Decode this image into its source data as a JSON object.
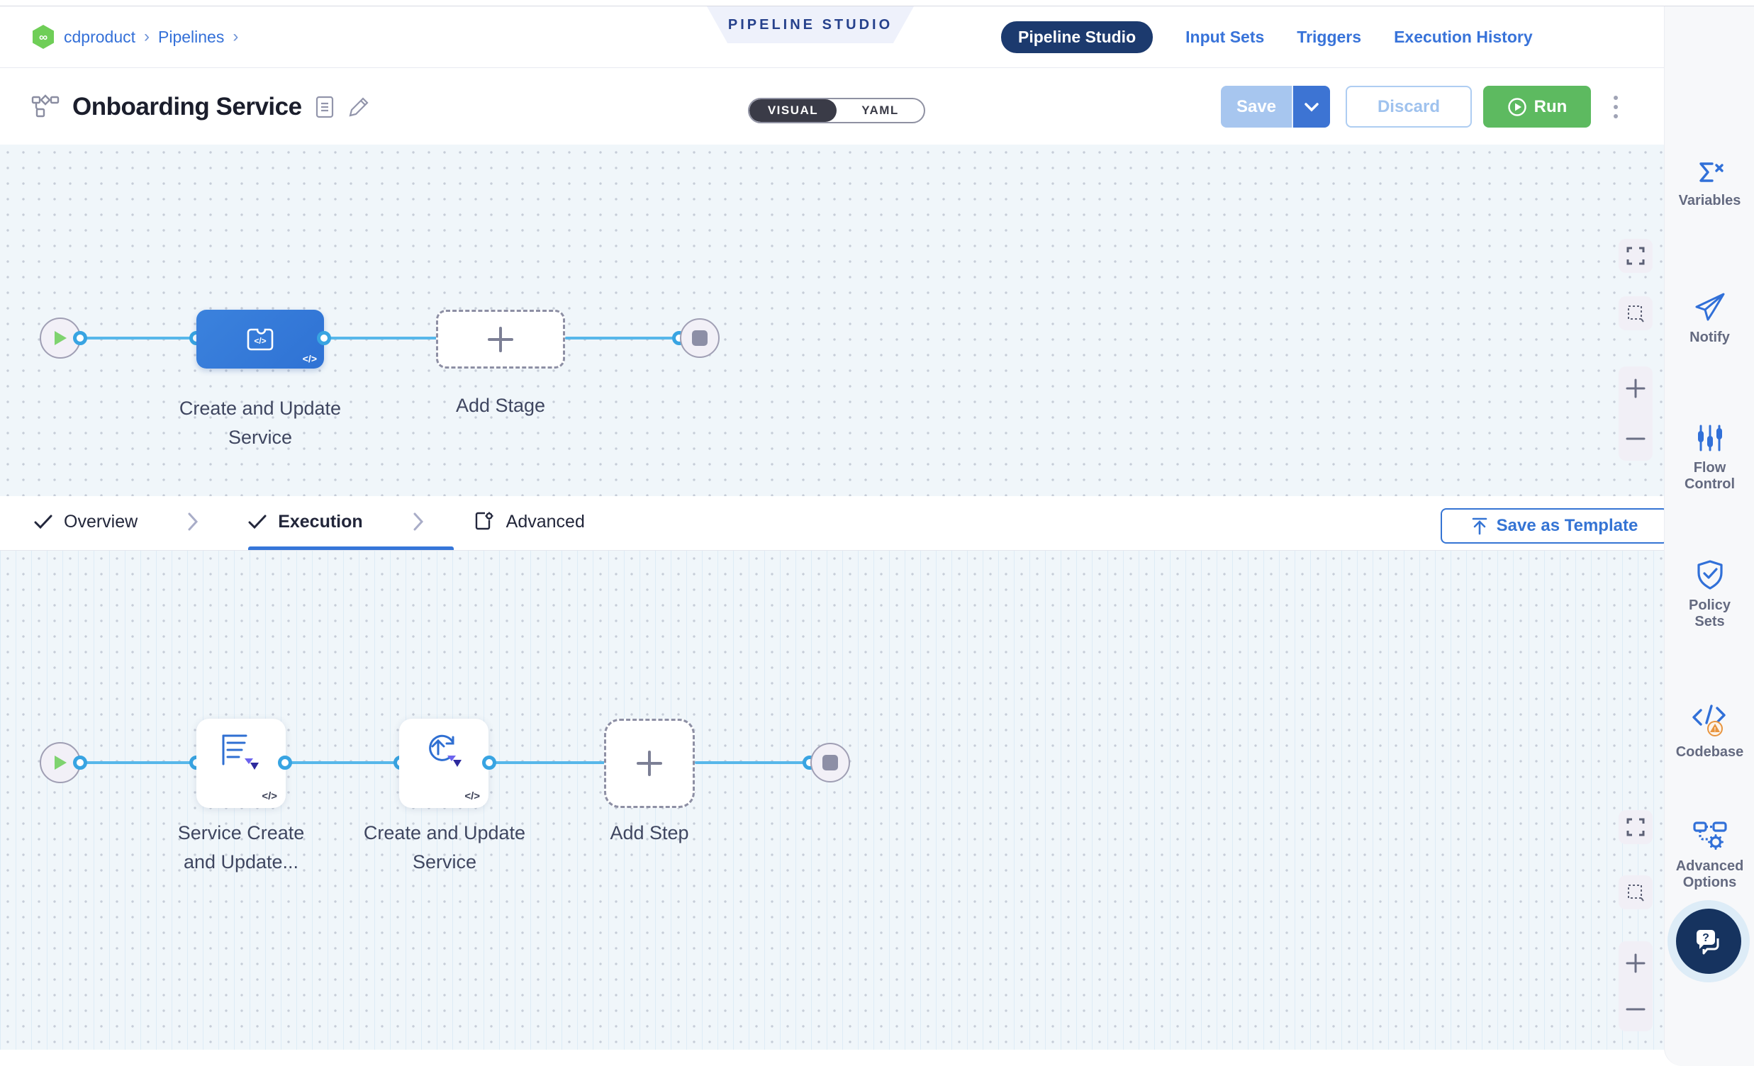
{
  "banner": {
    "label": "PIPELINE STUDIO"
  },
  "breadcrumb": {
    "items": [
      "cdproduct",
      "Pipelines"
    ],
    "separator": "›"
  },
  "top_nav": {
    "items": [
      {
        "label": "Pipeline Studio"
      },
      {
        "label": "Input Sets"
      },
      {
        "label": "Triggers"
      },
      {
        "label": "Execution History"
      }
    ],
    "active": "Pipeline Studio"
  },
  "pipeline_header": {
    "title": "Onboarding Service",
    "toggle": {
      "visual_label": "VISUAL",
      "yaml_label": "YAML",
      "selected": "VISUAL"
    },
    "actions": {
      "save_label": "Save",
      "discard_label": "Discard",
      "run_label": "Run"
    }
  },
  "stage_canvas": {
    "stage_label": "Create and Update Service",
    "add_stage_label": "Add Stage",
    "code_badge": "</>"
  },
  "config_tabs": {
    "overview_label": "Overview",
    "execution_label": "Execution",
    "advanced_label": "Advanced",
    "active": "Execution",
    "save_as_template_label": "Save as Template"
  },
  "execution_canvas": {
    "step1_label": "Service Create and Update...",
    "step2_label": "Create and Update Service",
    "add_step_label": "Add Step",
    "code_badge": "</>"
  },
  "right_sidebar": {
    "items": [
      {
        "label": "Variables",
        "icon": "sigma-x-icon"
      },
      {
        "label": "Notify",
        "icon": "paper-plane-icon"
      },
      {
        "label": "Flow Control",
        "icon": "sliders-icon"
      },
      {
        "label": "Policy Sets",
        "icon": "shield-check-icon"
      },
      {
        "label": "Codebase",
        "icon": "code-warning-icon"
      },
      {
        "label": "Advanced Options",
        "icon": "flowchart-gear-icon"
      }
    ]
  },
  "colors": {
    "primary_blue": "#3470d8",
    "navy_pill": "#1c3a6e",
    "run_green": "#5dba60",
    "node_blue": "#3379da",
    "connector_blue": "#57b7ea",
    "canvas_bg": "#f0f6fa",
    "warning_orange": "#e8953f",
    "logo_green": "#6fce57"
  }
}
